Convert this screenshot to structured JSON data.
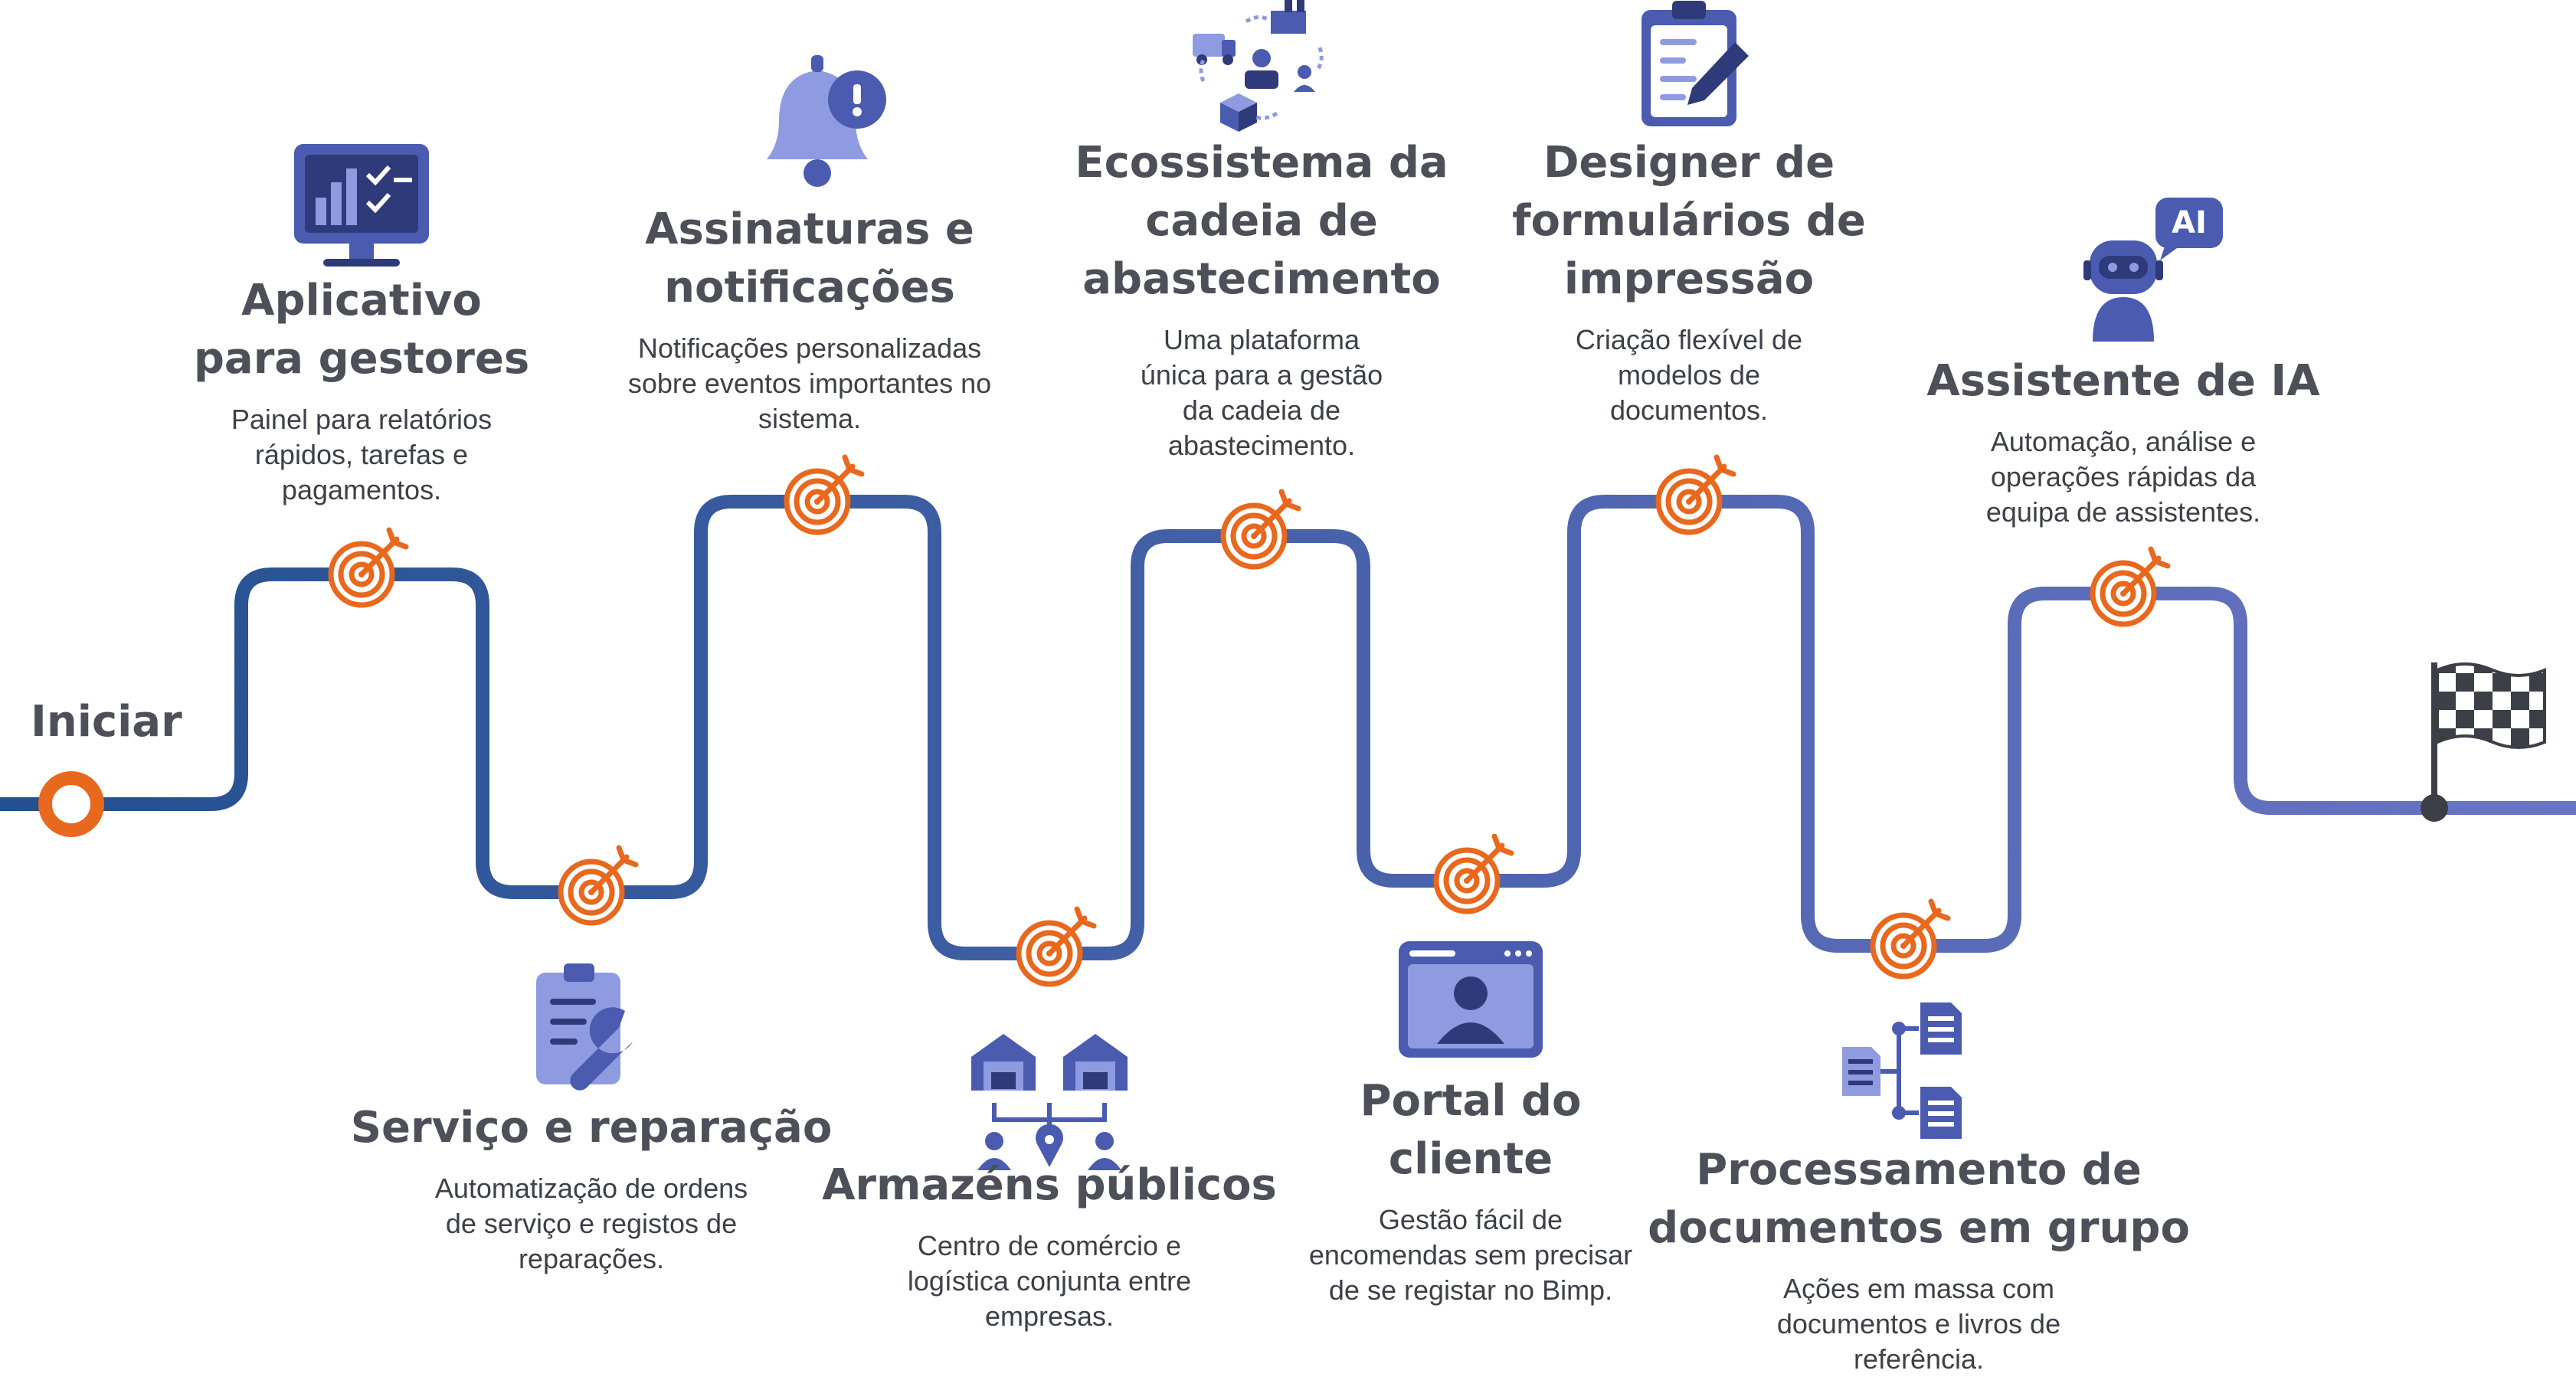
{
  "start_label": "Iniciar",
  "colors": {
    "path_start": "#23508f",
    "path_end": "#6a74c4",
    "target": "#e8681e",
    "icon_primary": "#4a5bb0",
    "icon_light": "#8f9be0",
    "icon_dark": "#2f3a7a",
    "flag": "#3c3f46"
  },
  "milestones": [
    {
      "title_lines": [
        "Aplicativo",
        "para gestores"
      ],
      "desc_lines": [
        "Painel para relatórios",
        "rápidos, tarefas e",
        "pagamentos."
      ],
      "icon": "dashboard-monitor-icon"
    },
    {
      "title_lines": [
        "Serviço e reparação"
      ],
      "desc_lines": [
        "Automatização de ordens",
        "de serviço e registos de",
        "reparações."
      ],
      "icon": "clipboard-wrench-icon"
    },
    {
      "title_lines": [
        "Assinaturas e",
        "notificações"
      ],
      "desc_lines": [
        "Notificações personalizadas",
        "sobre eventos importantes no",
        "sistema."
      ],
      "icon": "bell-alert-icon"
    },
    {
      "title_lines": [
        "Armazéns públicos"
      ],
      "desc_lines": [
        "Centro de comércio e",
        "logística conjunta entre",
        "empresas."
      ],
      "icon": "warehouse-network-icon"
    },
    {
      "title_lines": [
        "Ecossistema da",
        "cadeia de",
        "abastecimento"
      ],
      "desc_lines": [
        "Uma plataforma",
        "única para a gestão",
        "da cadeia de",
        "abastecimento."
      ],
      "icon": "supply-chain-icon"
    },
    {
      "title_lines": [
        "Portal do",
        "cliente"
      ],
      "desc_lines": [
        "Gestão fácil de",
        "encomendas sem precisar",
        "de se registar no Bimp."
      ],
      "icon": "customer-portal-icon"
    },
    {
      "title_lines": [
        "Designer de",
        "formulários de",
        "impressão"
      ],
      "desc_lines": [
        "Criação flexível de",
        "modelos de",
        "documentos."
      ],
      "icon": "form-designer-icon"
    },
    {
      "title_lines": [
        "Processamento de",
        "documentos em grupo"
      ],
      "desc_lines": [
        "Ações em massa com",
        "documentos e livros de",
        "referência."
      ],
      "icon": "document-batch-icon"
    },
    {
      "title_lines": [
        "Assistente de IA"
      ],
      "desc_lines": [
        "Automação, análise e",
        "operações rápidas da",
        "equipa de assistentes."
      ],
      "icon": "ai-assistant-icon",
      "icon_badge": "AI"
    }
  ]
}
